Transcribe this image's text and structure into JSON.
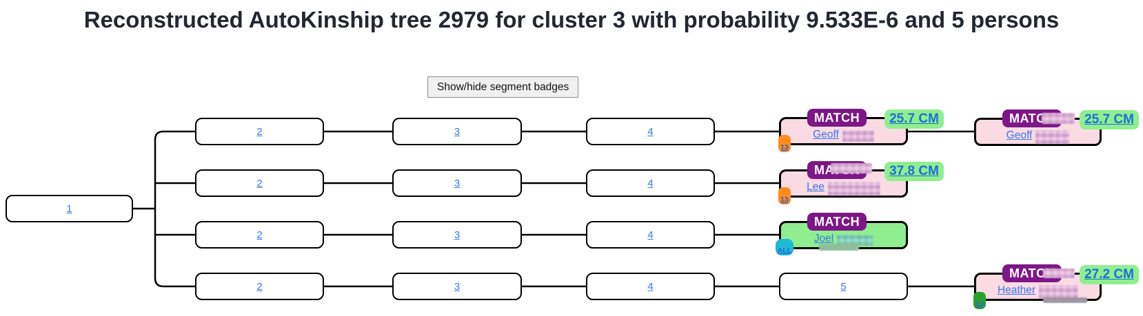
{
  "title": "Reconstructed AutoKinship tree 2979 for cluster 3 with probability 9.533E-6 and 5 persons",
  "controls": {
    "toggle_badges_button": "Show/hide segment badges"
  },
  "tree": {
    "root": {
      "label": "1"
    },
    "rows": [
      {
        "nodes": [
          "2",
          "3",
          "4"
        ]
      },
      {
        "nodes": [
          "2",
          "3",
          "4"
        ]
      },
      {
        "nodes": [
          "2",
          "3",
          "4"
        ]
      },
      {
        "nodes": [
          "2",
          "3",
          "4",
          "5"
        ]
      }
    ],
    "matches": [
      {
        "badge": "MATCH",
        "name": "Geoff",
        "cm": "25.7 CM",
        "segment": "13"
      },
      {
        "badge": "MATCH",
        "name": "Geoff",
        "cm": "25.7 CM"
      },
      {
        "badge": "MATCH",
        "name": "Lee",
        "cm": "37.8 CM",
        "segment": "13"
      },
      {
        "badge": "MATCH",
        "name": "Joel",
        "segment": "ALL"
      },
      {
        "badge": "MATCH",
        "name": "Heather",
        "cm": "27.2 CM",
        "segment": "13"
      }
    ]
  },
  "colors": {
    "match-badge": "#7D1787",
    "cm-badge": "#90EE90",
    "cm-blue": "#1B6FD8",
    "match-pink": "#FADBE4",
    "match-green": "#90EE90",
    "seg-orange": "#FF8C1A",
    "seg-cyan": "#1FB9D3",
    "seg-green": "#2AA12E",
    "link-blue": "#3B76E8"
  }
}
